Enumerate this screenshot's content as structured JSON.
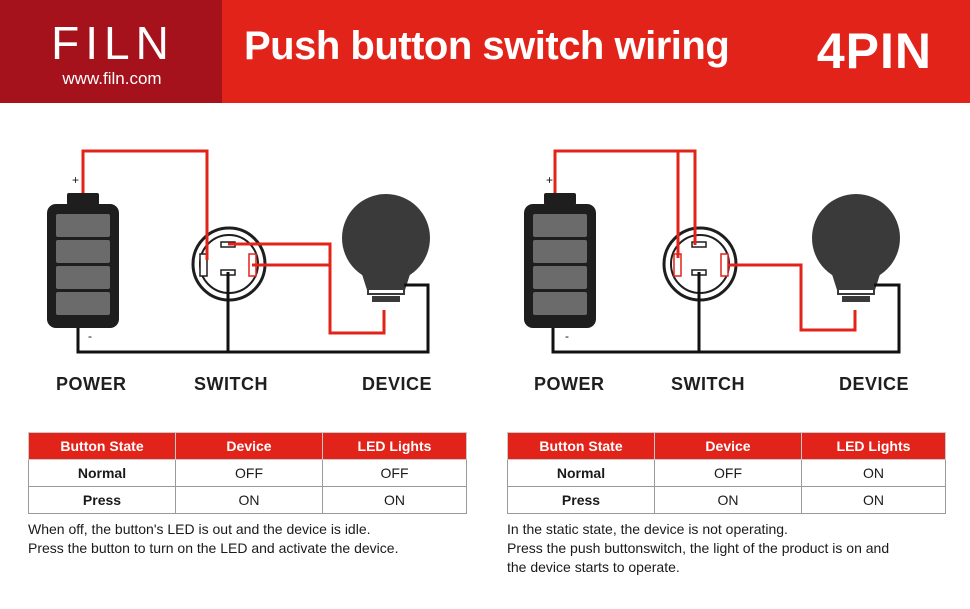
{
  "header": {
    "brand": "FILN",
    "url": "www.filn.com",
    "title": "Push button switch wiring",
    "pin_label": "4PIN"
  },
  "colors": {
    "red": "#e2231a",
    "dark_red": "#a5121b",
    "wire_black": "#111111"
  },
  "left": {
    "labels": {
      "power": "POWER",
      "switch": "SWITCH",
      "device": "DEVICE",
      "plus": "+",
      "minus": "-"
    },
    "table": {
      "headers": [
        "Button State",
        "Device",
        "LED Lights"
      ],
      "rows": [
        [
          "Normal",
          "OFF",
          "OFF"
        ],
        [
          "Press",
          "ON",
          "ON"
        ]
      ]
    },
    "note": [
      "When off, the button's LED is out and the device is idle.",
      "Press the button to turn on the LED and activate the device."
    ]
  },
  "right": {
    "labels": {
      "power": "POWER",
      "switch": "SWITCH",
      "device": "DEVICE",
      "plus": "+",
      "minus": "-"
    },
    "table": {
      "headers": [
        "Button State",
        "Device",
        "LED Lights"
      ],
      "rows": [
        [
          "Normal",
          "OFF",
          "ON"
        ],
        [
          "Press",
          "ON",
          "ON"
        ]
      ]
    },
    "note": [
      "In the static state, the device is not operating.",
      "Press the push buttonswitch, the light of the product is on and",
      "the device starts to operate."
    ]
  }
}
